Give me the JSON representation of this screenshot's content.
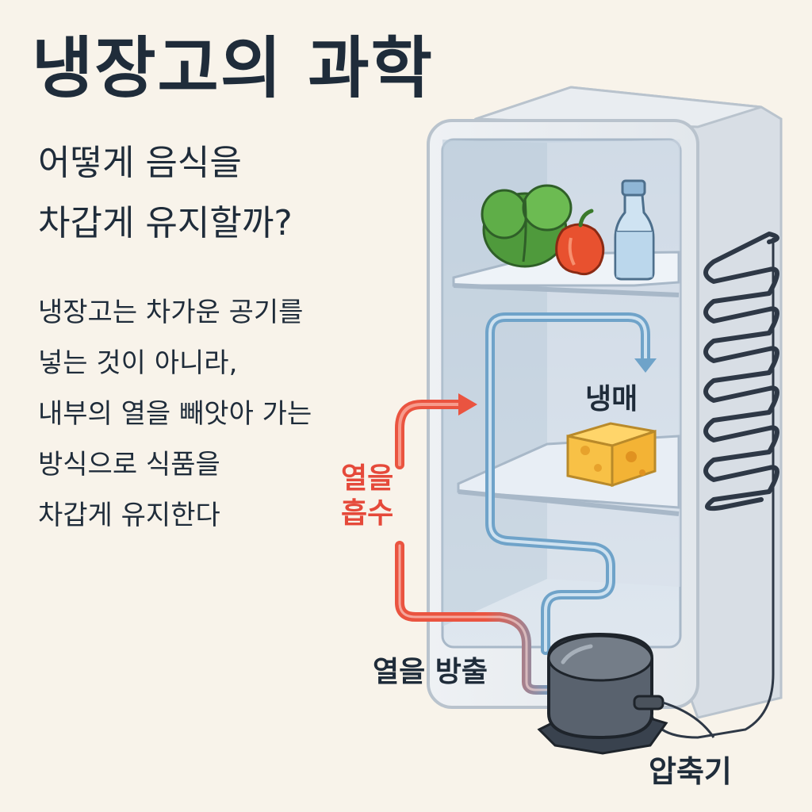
{
  "title": "냉장고의 과학",
  "subtitle": [
    "어떻게 음식을",
    "차갑게 유지할까?"
  ],
  "body": [
    "냉장고는 차가운 공기를",
    "넣는 것이 아니라,",
    "내부의 열을 빼앗아 가는",
    "방식으로 식품을",
    "차갑게 유지한다"
  ],
  "labels": {
    "coolant": "냉매",
    "absorb_heat": [
      "열을",
      "흡수"
    ],
    "release_heat": "열을 방출",
    "compressor": "압축기"
  },
  "colors": {
    "background": "#f8f3ea",
    "text": "#1f2c3a",
    "hot_pipe": "#ea5440",
    "cold_pipe": "#6fa3c9",
    "coil": "#2e3846"
  },
  "icons": [
    "lettuce-icon",
    "bell-pepper-icon",
    "water-bottle-icon",
    "cheese-icon",
    "compressor-icon",
    "condenser-coil-icon"
  ]
}
